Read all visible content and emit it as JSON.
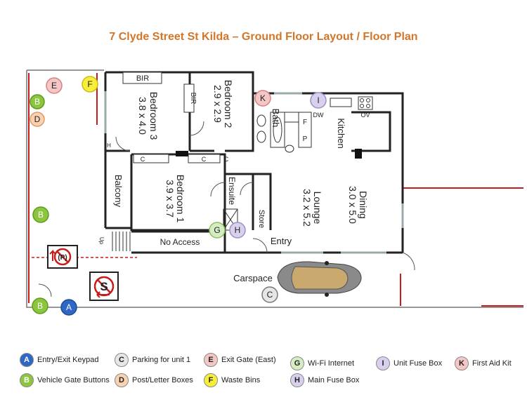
{
  "title": "7 Clyde Street St Kilda – Ground Floor Layout / Floor Plan",
  "rooms": {
    "bir_top": "BIR",
    "bir_side": "BIR",
    "bedroom3_name": "Bedroom 3",
    "bedroom3_size": "3.8 x 4.0",
    "bedroom2_name": "Bedroom 2",
    "bedroom2_size": "2.9 x 2.9",
    "bedroom1_name": "Bedroom 1",
    "bedroom1_size": "3.9 x 3.7",
    "bath": "Bath",
    "kitchen": "Kitchen",
    "ensuite": "Ensuite",
    "store": "Store",
    "lounge_name": "Lounge",
    "lounge_size": "3.2 x 5.2",
    "dining_name": "Dining",
    "dining_size": "3.0 x 5.0",
    "balcony": "Balcony",
    "no_access": "No Access",
    "entry": "Entry",
    "carspace": "Carspace",
    "up": "Up",
    "dw": "DW",
    "ov": "OV",
    "f": "F",
    "p": "P",
    "c1": "C",
    "c2": "C",
    "c3": "C",
    "h": "H"
  },
  "markers": [
    {
      "letter": "E",
      "fill": "#f4c6c6",
      "stroke": "#d98080"
    },
    {
      "letter": "F",
      "fill": "#f7ef3a",
      "stroke": "#c9bd10"
    },
    {
      "letter": "B",
      "fill": "#8cc63f",
      "stroke": "#5e9a1f"
    },
    {
      "letter": "D",
      "fill": "#f9d2b2",
      "stroke": "#e09a66"
    },
    {
      "letter": "B",
      "fill": "#8cc63f",
      "stroke": "#5e9a1f"
    },
    {
      "letter": "K",
      "fill": "#f4c6c6",
      "stroke": "#d98080"
    },
    {
      "letter": "I",
      "fill": "#d9d0ee",
      "stroke": "#9d8fc6"
    },
    {
      "letter": "G",
      "fill": "#d6ecc2",
      "stroke": "#8cbf64"
    },
    {
      "letter": "H",
      "fill": "#d9d0ee",
      "stroke": "#9d8fc6"
    },
    {
      "letter": "C",
      "fill": "#e6e6e6",
      "stroke": "#777777"
    },
    {
      "letter": "B",
      "fill": "#8cc63f",
      "stroke": "#5e9a1f"
    },
    {
      "letter": "A",
      "fill": "#2f67c4",
      "stroke": "#1d4a94"
    }
  ],
  "signs": {
    "no_parking_symbol": "(P)",
    "stop_symbol": "S"
  },
  "legend": [
    {
      "letter": "A",
      "label": "Entry/Exit Keypad",
      "fill": "#2f67c4",
      "text_color": "#ffffff"
    },
    {
      "letter": "C",
      "label": "Parking for unit 1",
      "fill": "#e6e6e6",
      "text_color": "#222222"
    },
    {
      "letter": "E",
      "label": "Exit Gate (East)",
      "fill": "#f4c6c6",
      "text_color": "#222222"
    },
    {
      "letter": "G",
      "label": "Wi-Fi Internet",
      "fill": "#d6ecc2",
      "text_color": "#222222"
    },
    {
      "letter": "I",
      "label": "Unit Fuse Box",
      "fill": "#d9d0ee",
      "text_color": "#222222"
    },
    {
      "letter": "K",
      "label": "First Aid Kit",
      "fill": "#f4c6c6",
      "text_color": "#222222"
    },
    {
      "letter": "B",
      "label": "Vehicle Gate Buttons",
      "fill": "#8cc63f",
      "text_color": "#ffffff"
    },
    {
      "letter": "D",
      "label": "Post/Letter Boxes",
      "fill": "#f9d2b2",
      "text_color": "#222222"
    },
    {
      "letter": "F",
      "label": "Waste Bins",
      "fill": "#f7ef3a",
      "text_color": "#222222"
    },
    {
      "letter": "H",
      "label": "Main Fuse Box",
      "fill": "#d9d0ee",
      "text_color": "#222222"
    }
  ]
}
